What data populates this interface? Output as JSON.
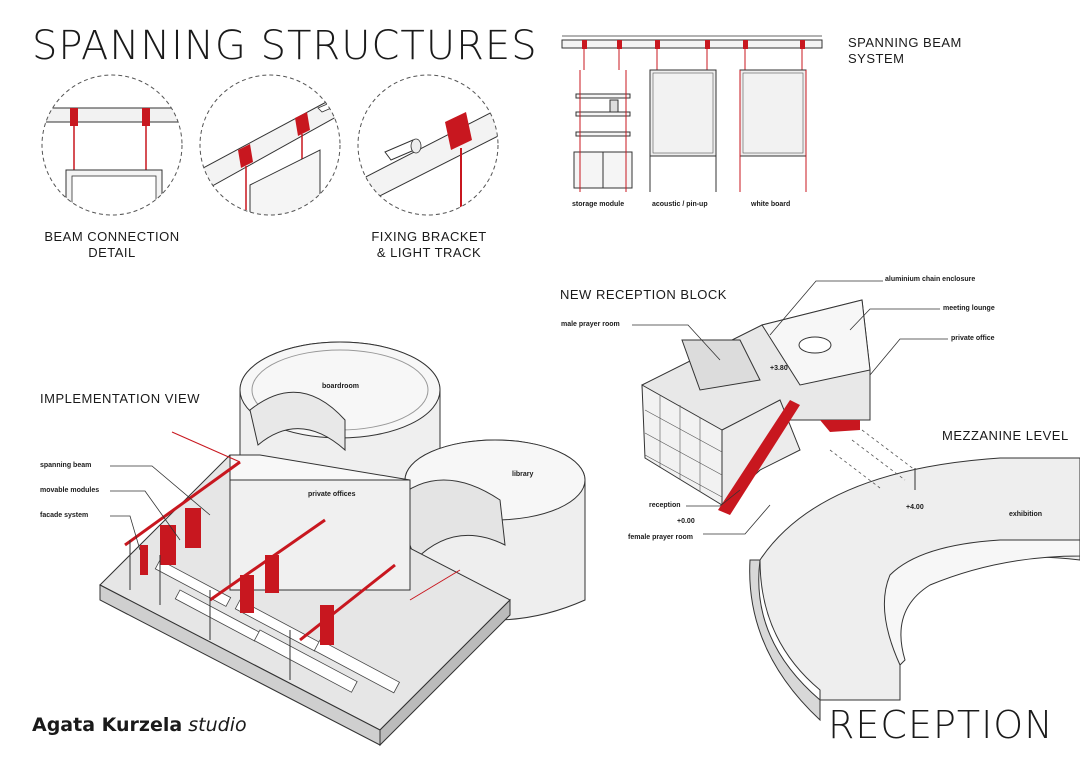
{
  "title": "SPANNING STRUCTURES",
  "footer_title": "RECEPTION",
  "brand": {
    "name": "Agata Kurzela",
    "suffix": "studio"
  },
  "colors": {
    "accent": "#c8171f",
    "line": "#2a2a2a",
    "fill": "#eeeeee"
  },
  "details": {
    "beam_connection": [
      "BEAM CONNECTION",
      "DETAIL"
    ],
    "fixing_bracket": [
      "FIXING BRACKET",
      "& LIGHT TRACK"
    ]
  },
  "beam_system": {
    "title": [
      "SPANNING BEAM",
      "SYSTEM"
    ],
    "modules": [
      "storage module",
      "acoustic / pin-up",
      "white board"
    ]
  },
  "implementation": {
    "title": "IMPLEMENTATION VIEW",
    "callouts": [
      "spanning beam",
      "movable modules",
      "facade system"
    ],
    "rooms": [
      "boardroom",
      "private offices",
      "library"
    ]
  },
  "reception_block": {
    "title": "NEW RECEPTION BLOCK",
    "callouts": [
      "aluminium  chain enclosure",
      "meeting lounge",
      "private office",
      "male prayer room",
      "reception",
      "female prayer room"
    ],
    "levels": [
      "+3.80",
      "+0.00"
    ]
  },
  "mezzanine": {
    "title": "MEZZANINE LEVEL",
    "level": "+4.00",
    "label": "exhibition"
  }
}
